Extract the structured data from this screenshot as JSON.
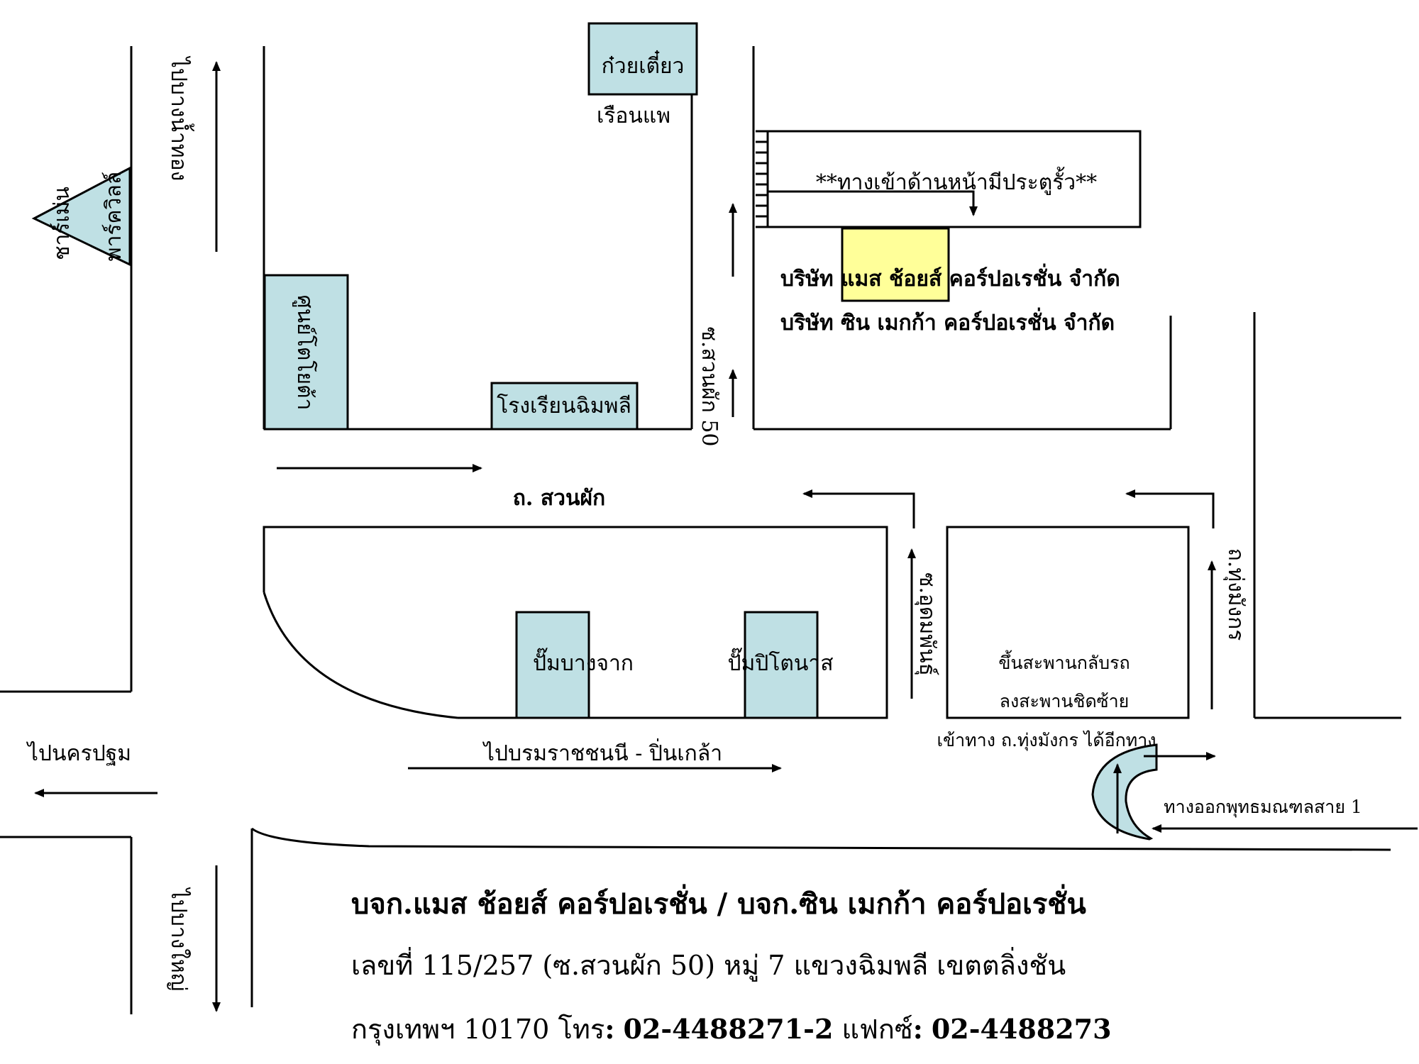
{
  "map": {
    "roads": {
      "to_bang_nam_thong": "ไปบางน้ำทอง",
      "to_bang_yai": "ไปบางใหญ่",
      "to_nakhon_pathom": "ไปนครปฐม",
      "to_boromratchachonnani": "ไปบรมราชชนนี - ปิ่นเกล้า",
      "suan_phak_road": "ถ. สวนผัก",
      "soi_suan_phak_50": "ซ.สวนผัก 50",
      "soi_athawanit": "ซ.อุดมพันธุ์",
      "thung_mangkon_road": "ถ.ทุ่งมังกร",
      "expressway_exit": "ทางออกพุทธมณฑลสาย 1"
    },
    "places": {
      "noodle_shop": "ก๋วยเตี๋ยว",
      "ruean_phae": "เรือนแพ",
      "nonthaburi_market": "ศูนย์โตโยต้า",
      "chimphli_school": "โรงเรียนฉิมพลี",
      "town_village": "ชาร์เม่น",
      "park_village": "พาร์ควิลล์",
      "gas_bangchak": "ปั๊มบางจาก",
      "gas_petronas": "ปั๊มปิโตนาส",
      "bridge_uturn": "ขึ้นสะพานกลับรถ",
      "bridge_left": "ลงสะพานชิดซ้าย",
      "enter_thung_mangkon": "เข้าทาง ถ.ทุ่งมังกร ได้อีกทาง"
    },
    "notes": {
      "front_gate": "**ทางเข้าด้านหน้ามีประตูรั้ว**",
      "company_1": "บริษัท แมส ช้อยส์ คอร์ปอเรชั่น จำกัด",
      "company_2": "บริษัท ซิน เมกก้า คอร์ปอเรชั่น จำกัด"
    },
    "colors": {
      "building": "#bfe0e4",
      "target": "#ffff99"
    }
  },
  "address": {
    "line1": "บจก.แมส ช้อยส์ คอร์ปอเรชั่น / บจก.ซิน เมกก้า คอร์ปอเรชั่น",
    "line2": "เลขที่ 115/257 (ซ.สวนผัก 50) หมู่ 7 แขวงฉิมพลี เขตตลิ่งชัน",
    "line3_prefix": "กรุงเทพฯ 10170 โทร",
    "tel_label": ":",
    "tel": "02-4488271-2",
    "fax_label": "แฟกซ์",
    "fax_colon": ":",
    "fax": "02-4488273"
  }
}
